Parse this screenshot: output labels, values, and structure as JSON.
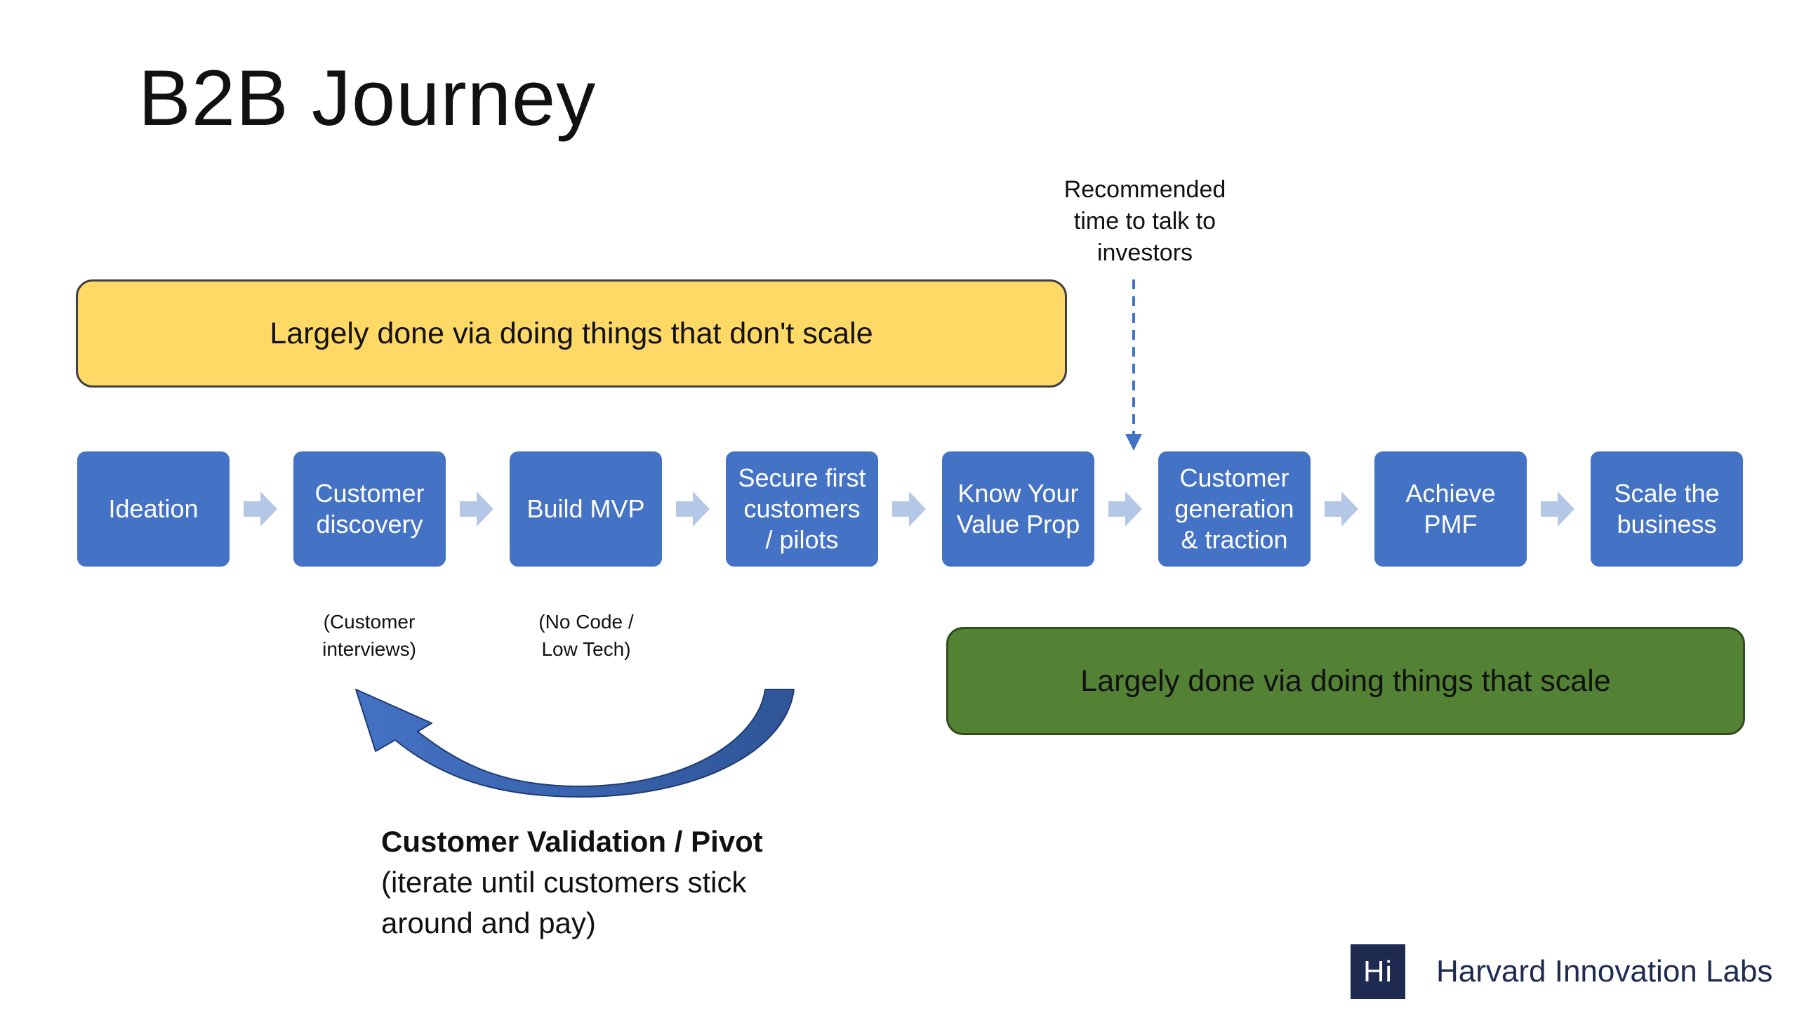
{
  "title": "B2B Journey",
  "banners": {
    "no_scale": "Largely done via doing things that don't scale",
    "scale": "Largely done via doing things that scale"
  },
  "investor_note": {
    "line1": "Recommended",
    "line2": "time to talk to",
    "line3": "investors"
  },
  "steps": [
    {
      "lines": [
        "Ideation"
      ]
    },
    {
      "lines": [
        "Customer",
        "discovery"
      ]
    },
    {
      "lines": [
        "Build MVP"
      ]
    },
    {
      "lines": [
        "Secure first",
        "customers",
        "/ pilots"
      ]
    },
    {
      "lines": [
        "Know Your",
        "Value Prop"
      ]
    },
    {
      "lines": [
        "Customer",
        "generation",
        "& traction"
      ]
    },
    {
      "lines": [
        "Achieve",
        "PMF"
      ]
    },
    {
      "lines": [
        "Scale the",
        "business"
      ]
    }
  ],
  "sub_notes": {
    "customer_discovery": {
      "line1": "(Customer",
      "line2": "interviews)"
    },
    "build_mvp": {
      "line1": "(No Code /",
      "line2": "Low Tech)"
    }
  },
  "pivot": {
    "title": "Customer Validation / Pivot",
    "desc1": "(iterate until customers stick",
    "desc2": "around and pay)"
  },
  "brand": {
    "logo": "Hi",
    "name": "Harvard Innovation Labs"
  },
  "colors": {
    "step_fill": "#4472c4",
    "step_arrow": "#b4c7e7",
    "yellow_banner": "#ffd966",
    "green_banner": "#548235",
    "loop_arrow": "#2f5597",
    "brand_navy": "#1f2a50"
  }
}
